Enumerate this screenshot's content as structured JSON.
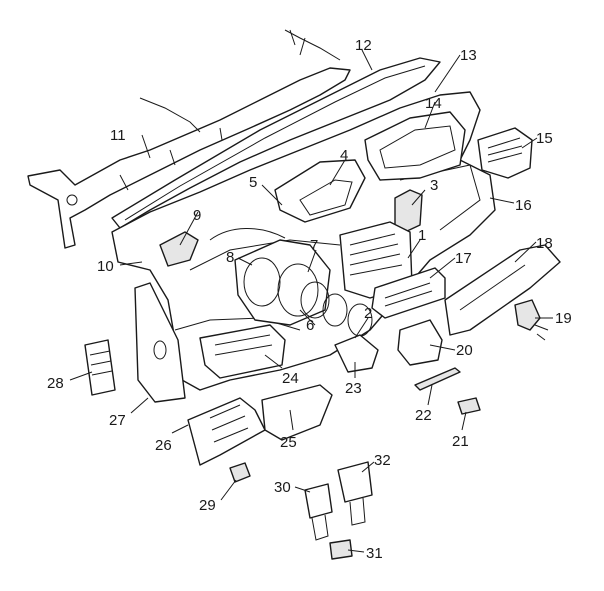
{
  "callouts": [
    "1",
    "2",
    "3",
    "4",
    "5",
    "6",
    "7",
    "8",
    "9",
    "10",
    "11",
    "12",
    "13",
    "14",
    "15",
    "16",
    "17",
    "18",
    "19",
    "20",
    "21",
    "22",
    "23",
    "24",
    "25",
    "26",
    "27",
    "28",
    "29",
    "30",
    "31",
    "32"
  ],
  "colors": {
    "line": "#1a1a1a",
    "fill": "#ffffff",
    "shade": "#e6e6e6",
    "background": "#ffffff"
  }
}
